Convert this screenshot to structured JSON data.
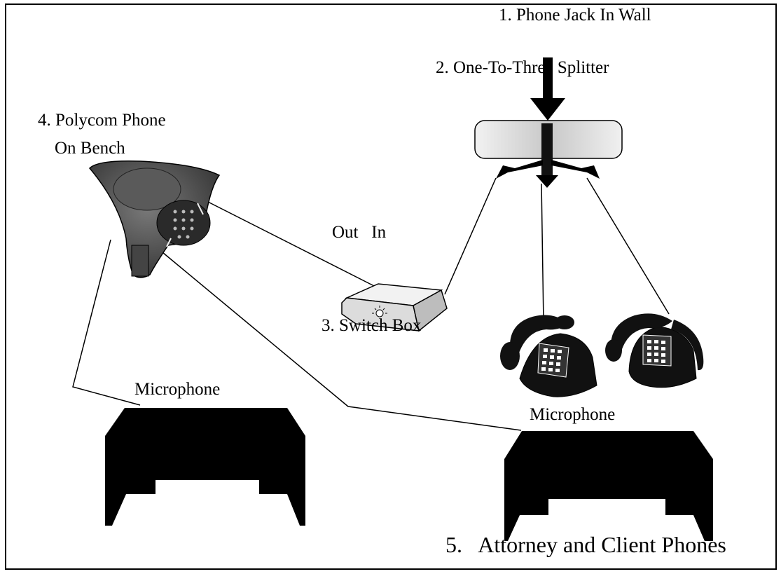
{
  "labels": {
    "phone_jack": "1.  Phone Jack In Wall",
    "splitter": "2.  One-To-Three Splitter",
    "switch_box": "3. Switch Box",
    "polycom_line1": "4. Polycom Phone",
    "polycom_line2": "On Bench",
    "out_in": "Out   In",
    "microphone_left": "Microphone",
    "microphone_right": "Microphone",
    "attorney_client": "5.   Attorney and Client Phones"
  },
  "colors": {
    "line": "#000000",
    "table": "#000000",
    "splitter_fill": "#d8d8d8",
    "polycom_body": "#4a4a4a",
    "polycom_top": "#6a6a6a"
  }
}
